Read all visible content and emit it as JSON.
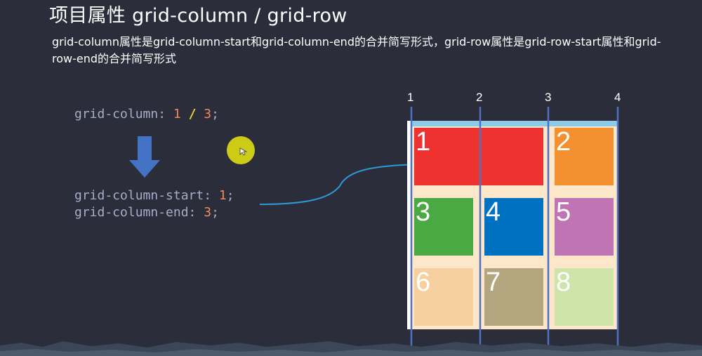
{
  "slide": {
    "title": "项目属性  grid-column / grid-row",
    "description": "grid-column属性是grid-column-start和grid-column-end的合并简写形式，grid-row属性是grid-row-start属性和grid-row-end的合并简写形式"
  },
  "code": {
    "shorthand": {
      "prop": "grid-column: ",
      "start": "1",
      "slash": " / ",
      "end": "3",
      "semi": ";"
    },
    "start_line": {
      "prop": "grid-column-start: ",
      "value": "1",
      "semi": ";"
    },
    "end_line": {
      "prop": "grid-column-end: ",
      "value": "3",
      "semi": ";"
    }
  },
  "grid": {
    "line_numbers": [
      "1",
      "2",
      "3",
      "4"
    ],
    "cells": [
      {
        "label": "1",
        "color": "#ee3230"
      },
      {
        "label": "2",
        "color": "#f39130"
      },
      {
        "label": "3",
        "color": "#4aa942"
      },
      {
        "label": "4",
        "color": "#0071c1"
      },
      {
        "label": "5",
        "color": "#bf75b4"
      },
      {
        "label": "6",
        "color": "#f6d09f"
      },
      {
        "label": "7",
        "color": "#b3a67e"
      },
      {
        "label": "8",
        "color": "#cfe4a9"
      }
    ],
    "line_color": "#4f71c4",
    "arrow_color": "#4472c4"
  }
}
